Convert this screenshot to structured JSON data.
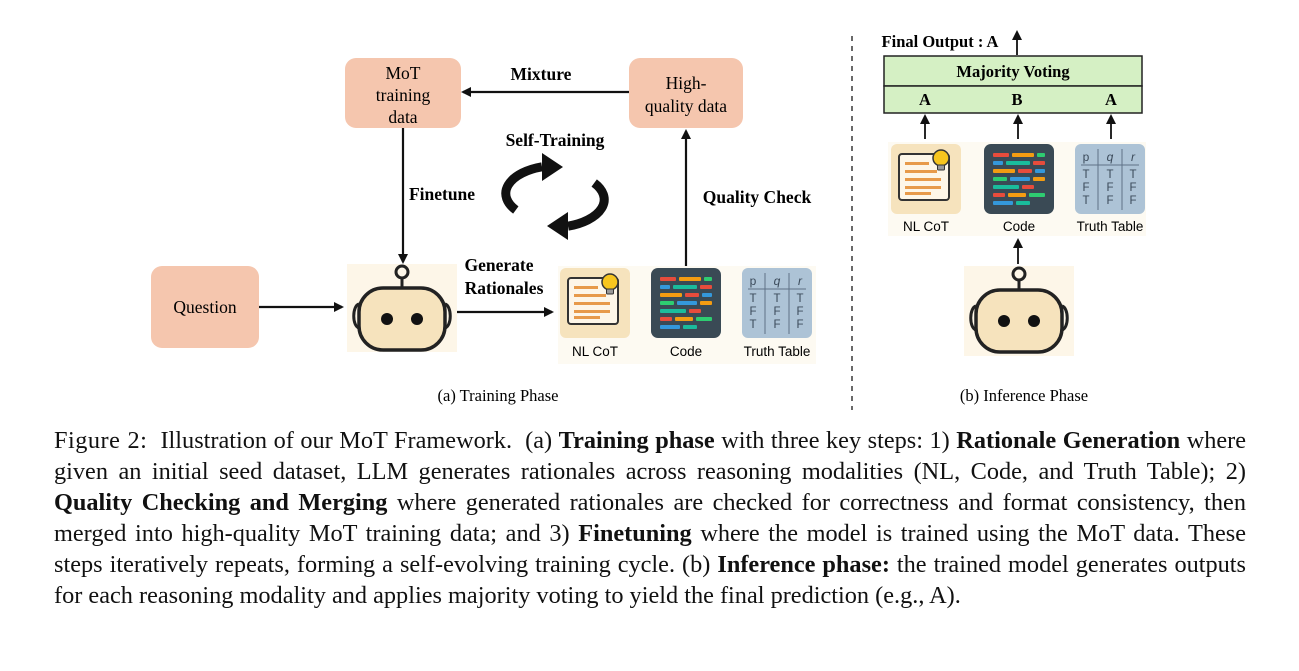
{
  "training": {
    "mot_data_lines": [
      "MoT",
      "training",
      "data"
    ],
    "high_quality_lines": [
      "High-",
      "quality data"
    ],
    "mixture": "Mixture",
    "self_training": "Self-Training",
    "finetune": "Finetune",
    "quality_check": "Quality Check",
    "generate_lines": [
      "Generate",
      "Rationales"
    ],
    "question": "Question",
    "nl_cot": "NL CoT",
    "code": "Code",
    "truth_table": "Truth Table",
    "phase_caption": "(a) Training Phase"
  },
  "inference": {
    "final_output": "Final Output : A",
    "majority_voting": "Majority Voting",
    "answers": [
      "A",
      "B",
      "A"
    ],
    "nl_cot": "NL CoT",
    "code": "Code",
    "truth_table": "Truth Table",
    "phase_caption": "(b) Inference Phase"
  },
  "truth_table_cells": {
    "header": [
      "p",
      "q",
      "r"
    ],
    "rows": [
      [
        "T",
        "T",
        "T"
      ],
      [
        "F",
        "F",
        "F"
      ],
      [
        "T",
        "F",
        "F"
      ]
    ]
  },
  "caption": {
    "label": "Figure 2:",
    "s1": "Illustration of our MoT Framework.",
    "s2": "(a)",
    "b_training": "Training phase",
    "s3": "with three key steps: 1)",
    "b_rationale": "Rationale Generation",
    "s4": "where given an initial seed dataset, LLM generates rationales across reasoning modalities (NL, Code, and Truth Table); 2)",
    "b_quality": "Quality Checking and Merging",
    "s5": "where generated rationales are checked for correctness and format consistency, then merged into high-quality MoT training data; and 3)",
    "b_finetuning": "Finetuning",
    "s6": "where the model is trained using the MoT data. These steps iteratively repeats, forming a self-evolving training cycle. (b)",
    "b_inference": "Inference phase:",
    "s7": "the trained model generates outputs for each reasoning modality and applies majority voting to yield the final prediction (e.g., A)."
  }
}
